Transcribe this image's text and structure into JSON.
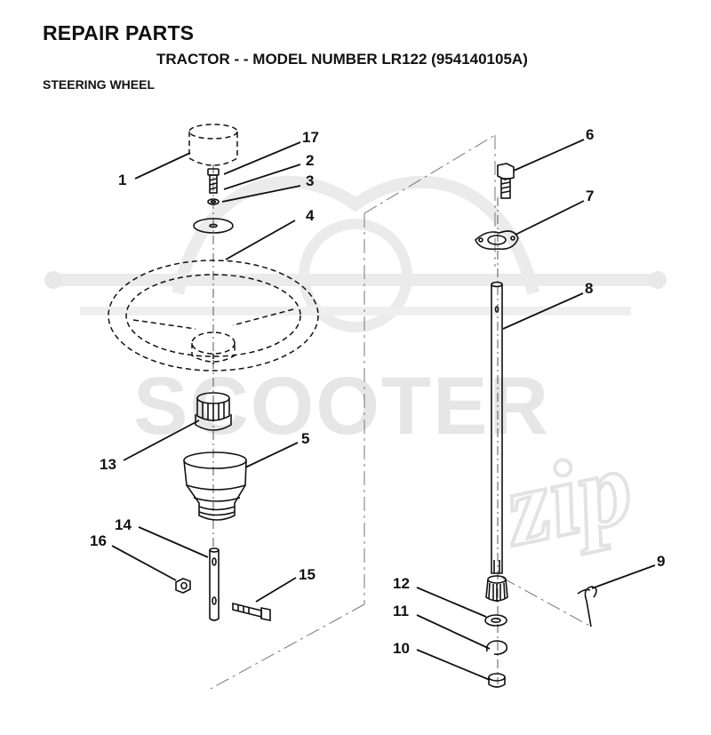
{
  "header": {
    "title": "REPAIR PARTS",
    "subtitle": "TRACTOR - - MODEL NUMBER LR122 (954140105A)",
    "section": "STEERING WHEEL"
  },
  "watermark": {
    "text": "SCOOTER",
    "script": "zip"
  },
  "callouts": {
    "c1": "1",
    "c2": "2",
    "c3": "3",
    "c4": "4",
    "c5": "5",
    "c6": "6",
    "c7": "7",
    "c8": "8",
    "c9": "9",
    "c10": "10",
    "c11": "11",
    "c12": "12",
    "c13": "13",
    "c14": "14",
    "c15": "15",
    "c16": "16",
    "c17": "17"
  },
  "colors": {
    "ink": "#111111",
    "watermark": "#e6e6e6",
    "background": "#ffffff"
  }
}
